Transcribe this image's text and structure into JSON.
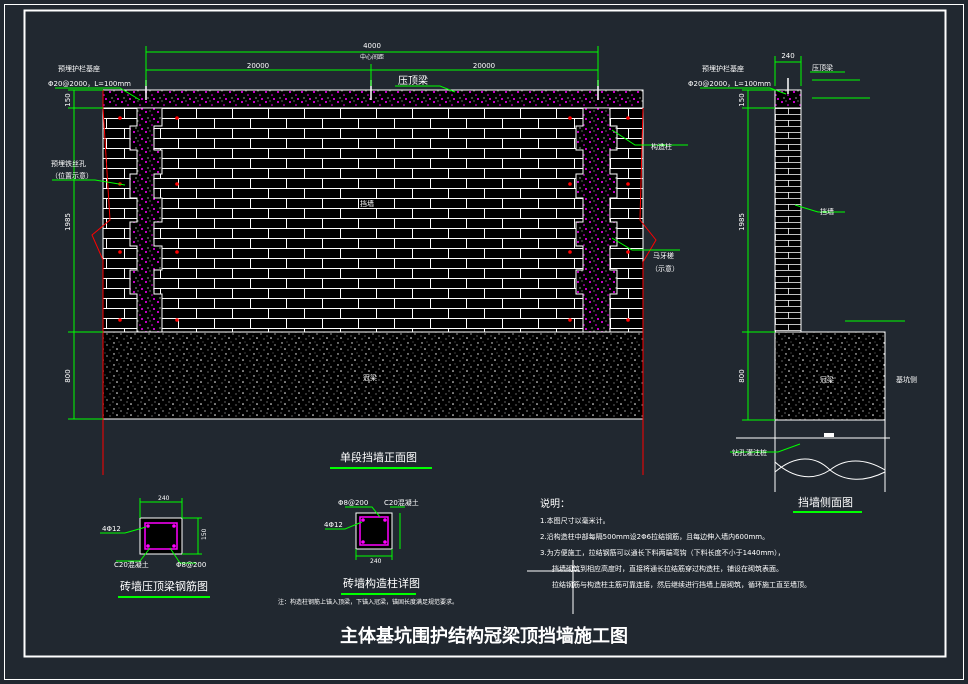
{
  "drawing": {
    "title": "主体基坑围护结构冠梁顶挡墙施工图",
    "colors": {
      "background": "#212830",
      "dimension": "#00ff00",
      "line": "#ffffff",
      "accent": "#ff0000",
      "rebar": "#ff00ff"
    }
  },
  "front_view": {
    "caption": "单段挡墙正面图",
    "dim_total": "4000",
    "dim_total_sub": "中心间距",
    "dim_left": "20000",
    "dim_right": "20000",
    "dim_top": "150",
    "dim_wall": "1985",
    "dim_base": "800",
    "label_embed_base": "预埋护栏基座",
    "label_embed_spec": "Φ20@2000，L=100mm",
    "label_press_beam": "压顶梁",
    "label_wire_hole_1": "预埋铁丝孔",
    "label_wire_hole_2": "（位置示意）",
    "label_column": "构造柱",
    "label_wall": "挡墙",
    "label_teeth_1": "马牙槎",
    "label_teeth_2": "（示意）",
    "label_crown": "冠梁"
  },
  "side_view": {
    "caption": "挡墙侧面图",
    "dim_top_width": "240",
    "dim_top": "150",
    "dim_wall": "1985",
    "dim_base": "800",
    "label_embed_base": "预埋护栏基座",
    "label_embed_spec": "Φ20@2000，L=100mm",
    "label_press_beam": "压顶梁",
    "label_wall": "挡墙",
    "label_crown": "冠梁",
    "label_pit": "基坑侧",
    "label_pile": "钻孔灌注桩",
    "elev_1": "",
    "elev_2": "",
    "elev_3": ""
  },
  "section_beam": {
    "caption": "砖墙压顶梁钢筋图",
    "rebar": "4Φ12",
    "concrete": "C20混凝土",
    "stirrup": "Φ8@200"
  },
  "section_column": {
    "caption": "砖墙构造柱详图",
    "stirrup": "Φ8@200",
    "concrete": "C20混凝土",
    "rebar": "4Φ12",
    "note": "注：构造柱钢筋上锚入顶梁，下锚入冠梁，锚固长度满足规范要求。"
  },
  "notes": {
    "heading": "说明：",
    "lines": [
      "1.本图尺寸以毫米计。",
      "2.沿构造柱中部每隔500mm设2Φ6拉结钢筋，且每边伸入墙内600mm。",
      "3.为方便施工，拉结钢筋可以通长下料两端弯钩（下料长度不小于1440mm），",
      "挡墙砌筑到相应高度时，直接将通长拉结筋穿过构造柱，铺设在砌筑表面。",
      "拉结钢筋与构造柱主筋可靠连接，然后继续进行挡墙上层砌筑，循环施工直至墙顶。"
    ]
  }
}
